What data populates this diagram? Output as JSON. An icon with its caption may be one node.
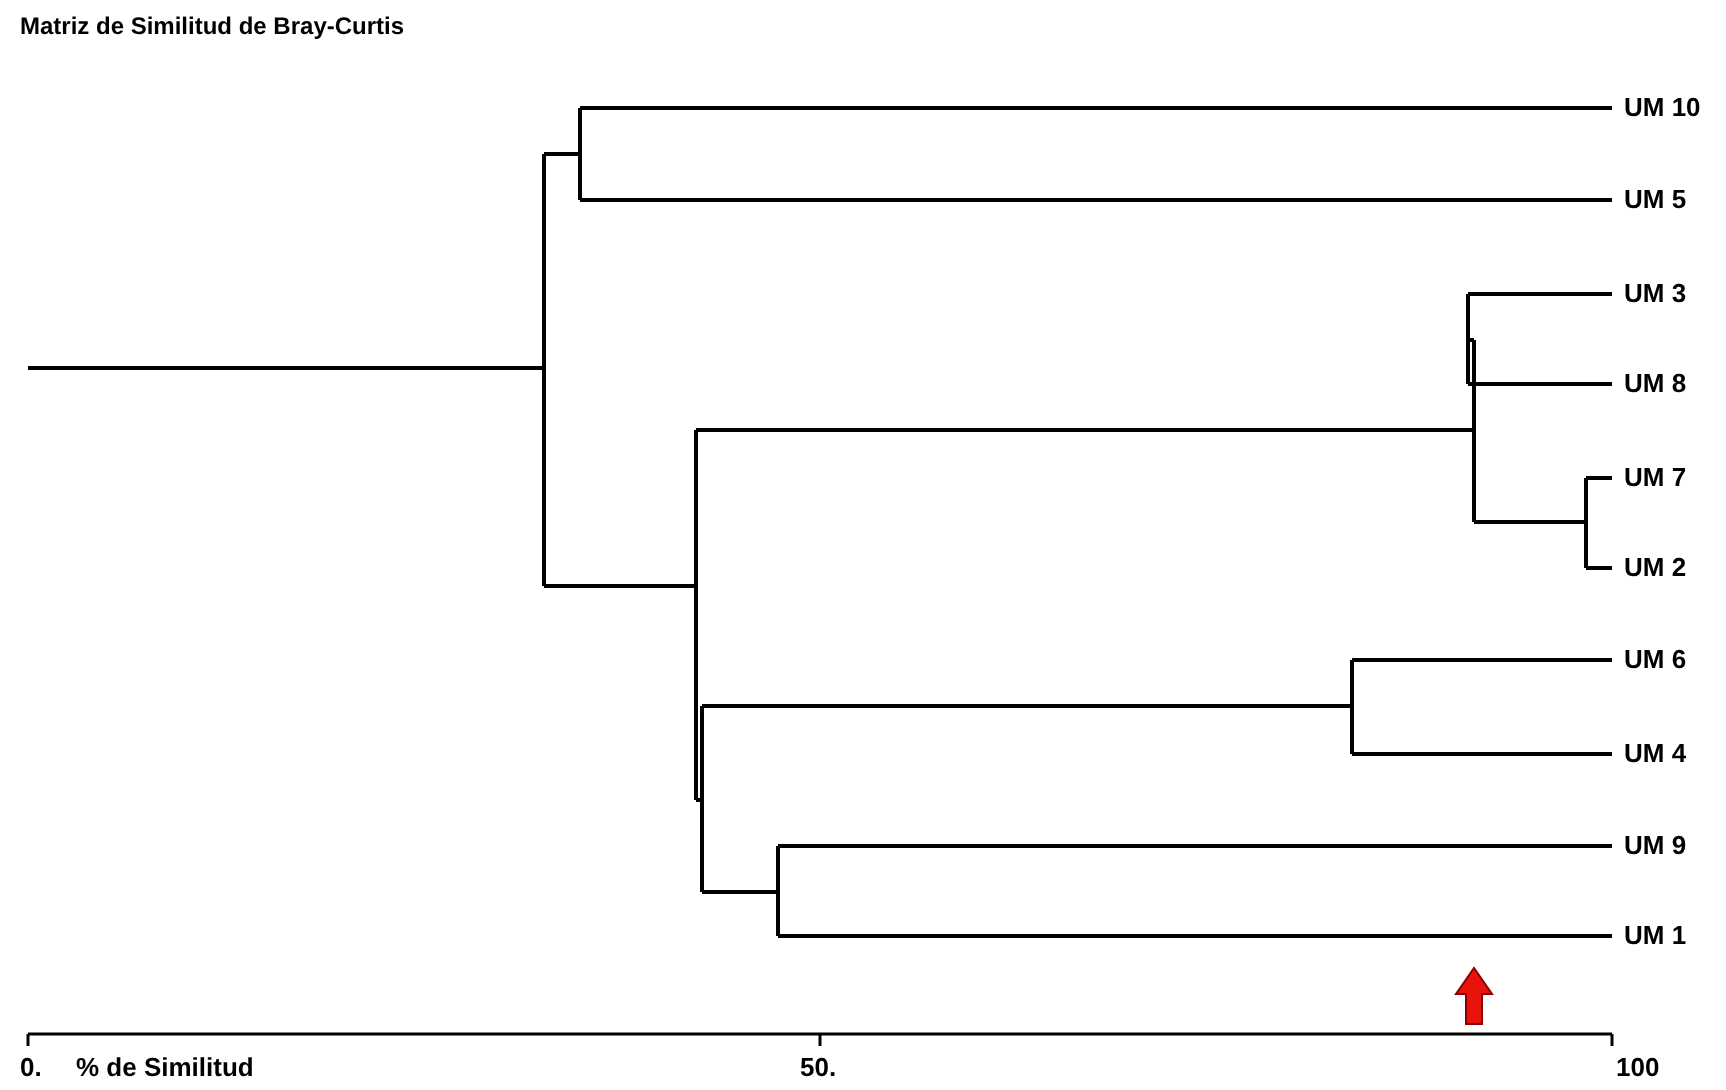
{
  "diagram": {
    "title": "Matriz de Similitud de Bray-Curtis",
    "labels": [
      "UM 10",
      "UM 5",
      "UM 3",
      "UM 8",
      "UM 7",
      "UM 2",
      "UM 6",
      "UM 4",
      "UM 9",
      "UM 1",
      "0.",
      "% de Similitud",
      "50.",
      "100"
    ]
  }
}
